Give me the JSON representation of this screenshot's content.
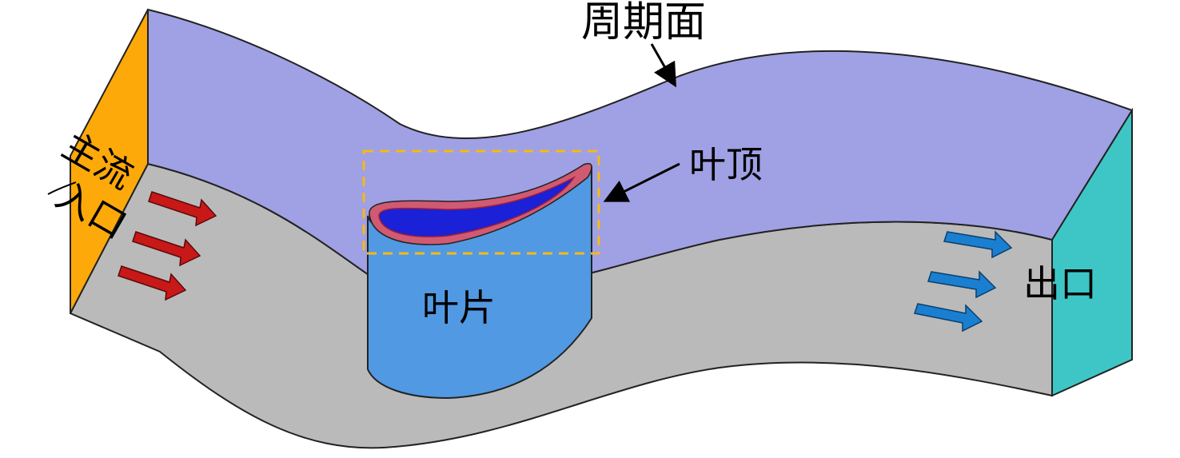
{
  "diagram": {
    "labels": {
      "periodic_surface": "周期面",
      "blade_tip": "叶顶",
      "main_inlet_line1": "主流",
      "main_inlet_line2": "入口",
      "blade": "叶片",
      "outlet": "出口"
    },
    "colors": {
      "top_face": "#a0a0e4",
      "bottom_face": "#bababa",
      "inlet_face": "#fda90a",
      "outlet_face": "#3ec6c6",
      "blade_face": "#5199e2",
      "tip_rim": "#d05a72",
      "tip_cavity": "#1a21d6",
      "inlet_arrows": "#c81818",
      "outlet_arrows": "#1a7fd0",
      "highlight_box": "#f5b81a"
    }
  }
}
